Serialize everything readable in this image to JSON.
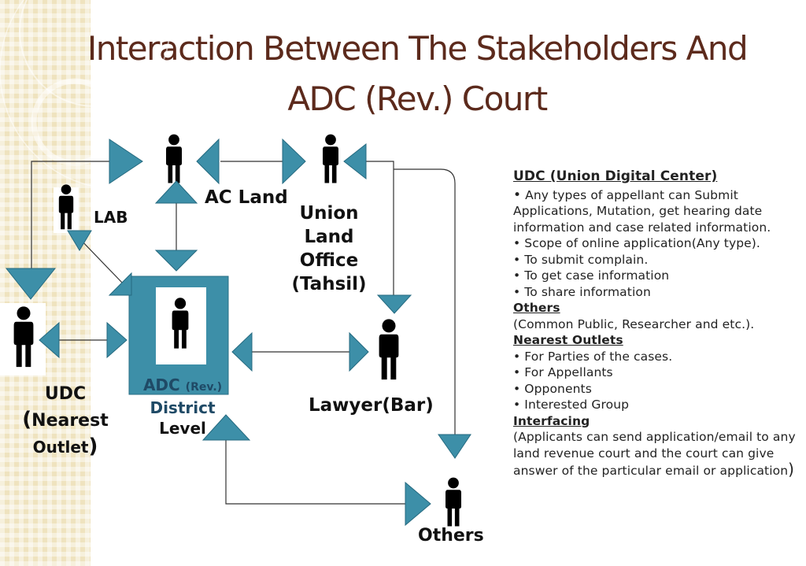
{
  "title": {
    "line1": "Interaction Between The Stakeholders And",
    "line2": "ADC (Rev.) Court"
  },
  "nodes": {
    "ac_land": "AC Land",
    "lab": "LAB",
    "union_land_office": [
      "Union",
      "Land",
      "Office",
      "(Tahsil)"
    ],
    "adc": {
      "main": "ADC",
      "rev": "(Rev.)",
      "line2": "District",
      "line3": "Level"
    },
    "udc": {
      "line1": "UDC",
      "open_paren": "(",
      "line2": "Nearest",
      "line3": "Outlet",
      "close_paren": ")"
    },
    "lawyer": "Lawyer(Bar)",
    "others": "Others"
  },
  "info": {
    "udc_heading": "UDC (Union Digital Center)",
    "udc_intro_bullet": "•",
    "udc_intro": "Any types of appellant can Submit Applications, Mutation, get hearing date information and case related information.",
    "udc_items": [
      "• Scope of online application(Any type).",
      "• To submit complain.",
      "• To get case information",
      "• To share information"
    ],
    "others_heading": "Others",
    "others_text": "(Common Public, Researcher and etc.).",
    "outlets_heading": "Nearest Outlets",
    "outlets_items": [
      "• For Parties of the cases.",
      "• For Appellants",
      "• Opponents",
      "• Interested Group"
    ],
    "interfacing_heading": "Interfacing",
    "interfacing_text": "(Applicants can send application/email to any land revenue court and the court can give answer of the particular email or application",
    "interfacing_close": ")"
  },
  "colors": {
    "accent": "#3d8fa8",
    "title": "#5c2a1c",
    "background_strip": "#efe3bf"
  }
}
